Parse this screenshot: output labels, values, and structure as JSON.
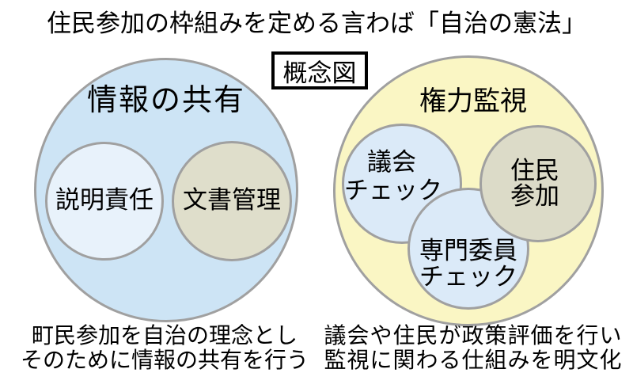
{
  "title": "住民参加の枠組みを定める言わば「自治の憲法」",
  "badge_label": "概念図",
  "colors": {
    "info_circle_fill": "#cde4f5",
    "accountability_fill": "#e8f2fb",
    "doc_management_fill": "#dfdecb",
    "power_circle_fill": "#faf6c4",
    "check_circle_fill": "#dbeaf8",
    "resident_fill": "#dcdbc8",
    "circle_border": "#a0a0a0"
  },
  "info_sharing": {
    "label": "情報の共有",
    "accountability_label": "説明責任",
    "doc_management_label": "文書管理",
    "caption_line1": "町民参加を自治の理念とし",
    "caption_line2": "そのために情報の共有を行う"
  },
  "power_watch": {
    "label": "権力監視",
    "assembly_check_line1": "議会",
    "assembly_check_line2": "チェック",
    "resident_line1": "住民",
    "resident_line2": "参加",
    "expert_check_line1": "専門委員",
    "expert_check_line2": "チェック",
    "caption_line1": "議会や住民が政策評価を行い",
    "caption_line2": "監視に関わる仕組みを明文化"
  }
}
